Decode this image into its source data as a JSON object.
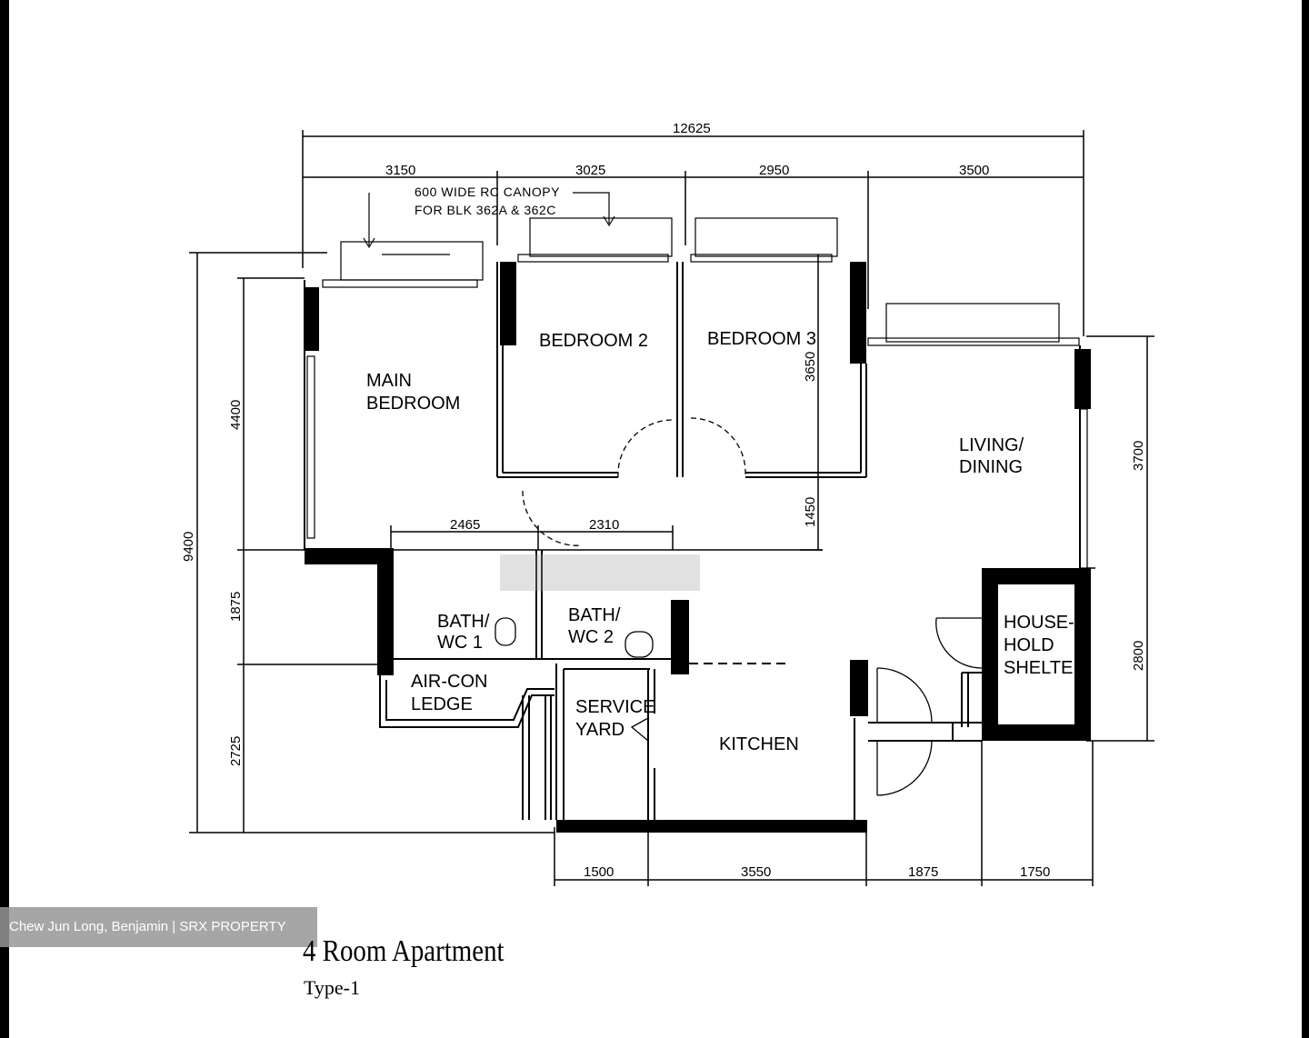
{
  "plan": {
    "rooms": {
      "main_bedroom": [
        "MAIN",
        "BEDROOM"
      ],
      "bedroom2": "BEDROOM 2",
      "bedroom3": "BEDROOM 3",
      "living_dining": [
        "LIVING/",
        "DINING"
      ],
      "bath_wc1": [
        "BATH/",
        "WC 1"
      ],
      "bath_wc2": [
        "BATH/",
        "WC 2"
      ],
      "aircon_ledge": [
        "AIR-CON",
        "LEDGE"
      ],
      "service_yard": [
        "SERVICE",
        "YARD"
      ],
      "kitchen": "KITCHEN",
      "household_shelter": [
        "HOUSE-",
        "HOLD",
        "SHELTER"
      ]
    },
    "canopy_note": [
      "600 WIDE RC CANOPY",
      "FOR BLK 362A & 362C"
    ],
    "dimensions": {
      "overall_width": "12625",
      "top": [
        "3150",
        "3025",
        "2950",
        "3500"
      ],
      "bottom": [
        "1500",
        "3550",
        "1875",
        "1750"
      ],
      "overall_height": "9400",
      "left": [
        "4400",
        "1875",
        "2725"
      ],
      "right": [
        "3700",
        "2800"
      ],
      "bedroom3_depth": "3650",
      "corridor": "1450",
      "bath_widths": [
        "2465",
        "2310"
      ]
    }
  },
  "watermark": "Chew Jun Long, Benjamin | SRX PROPERTY",
  "title": "4 Room Apartment",
  "subtitle": "Type-1"
}
